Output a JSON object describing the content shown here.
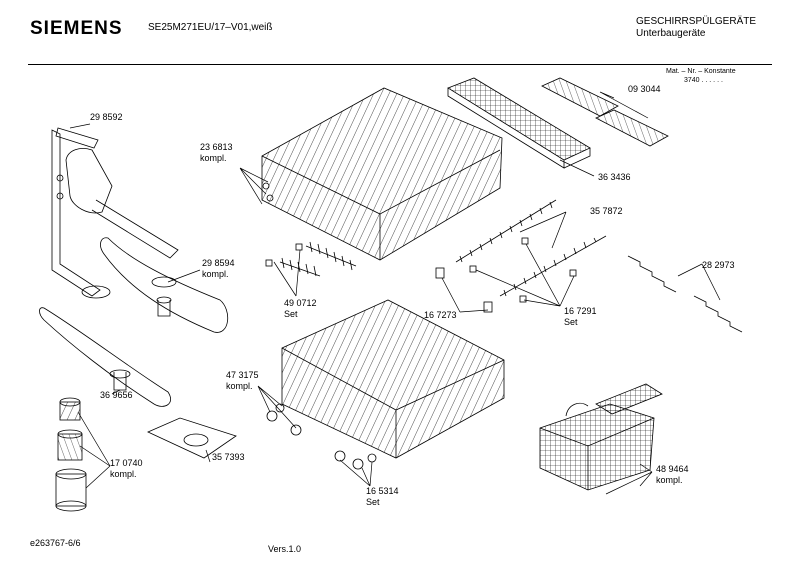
{
  "header": {
    "brand": "SIEMENS",
    "model": "SE25M271EU/17–V01,weiß",
    "category": "GESCHIRRSPÜLGERÄTE",
    "subcategory": "Unterbaugeräte"
  },
  "material_note": {
    "line1": "Mat. – Nr. – Konstante",
    "line2": "3740 . . . . . ."
  },
  "parts": [
    {
      "id": "p298592",
      "number": "29 8592",
      "suffix": ""
    },
    {
      "id": "p236813",
      "number": "23 6813",
      "suffix": "kompl."
    },
    {
      "id": "p093044",
      "number": "09 3044",
      "suffix": ""
    },
    {
      "id": "p363436",
      "number": "36 3436",
      "suffix": ""
    },
    {
      "id": "p357872",
      "number": "35 7872",
      "suffix": ""
    },
    {
      "id": "p298594",
      "number": "29 8594",
      "suffix": "kompl."
    },
    {
      "id": "p490712",
      "number": "49 0712",
      "suffix": "Set"
    },
    {
      "id": "p282973",
      "number": "28 2973",
      "suffix": ""
    },
    {
      "id": "p167273",
      "number": "16 7273",
      "suffix": ""
    },
    {
      "id": "p167291",
      "number": "16 7291",
      "suffix": "Set"
    },
    {
      "id": "p473175",
      "number": "47 3175",
      "suffix": "kompl."
    },
    {
      "id": "p369656",
      "number": "36 9656",
      "suffix": ""
    },
    {
      "id": "p357393",
      "number": "35 7393",
      "suffix": ""
    },
    {
      "id": "p170740",
      "number": "17 0740",
      "suffix": "kompl."
    },
    {
      "id": "p165314",
      "number": "16 5314",
      "suffix": "Set"
    },
    {
      "id": "p489464",
      "number": "48 9464",
      "suffix": "kompl."
    }
  ],
  "footer": {
    "doc_id": "e263767-6/6",
    "version": "Vers.1.0"
  }
}
